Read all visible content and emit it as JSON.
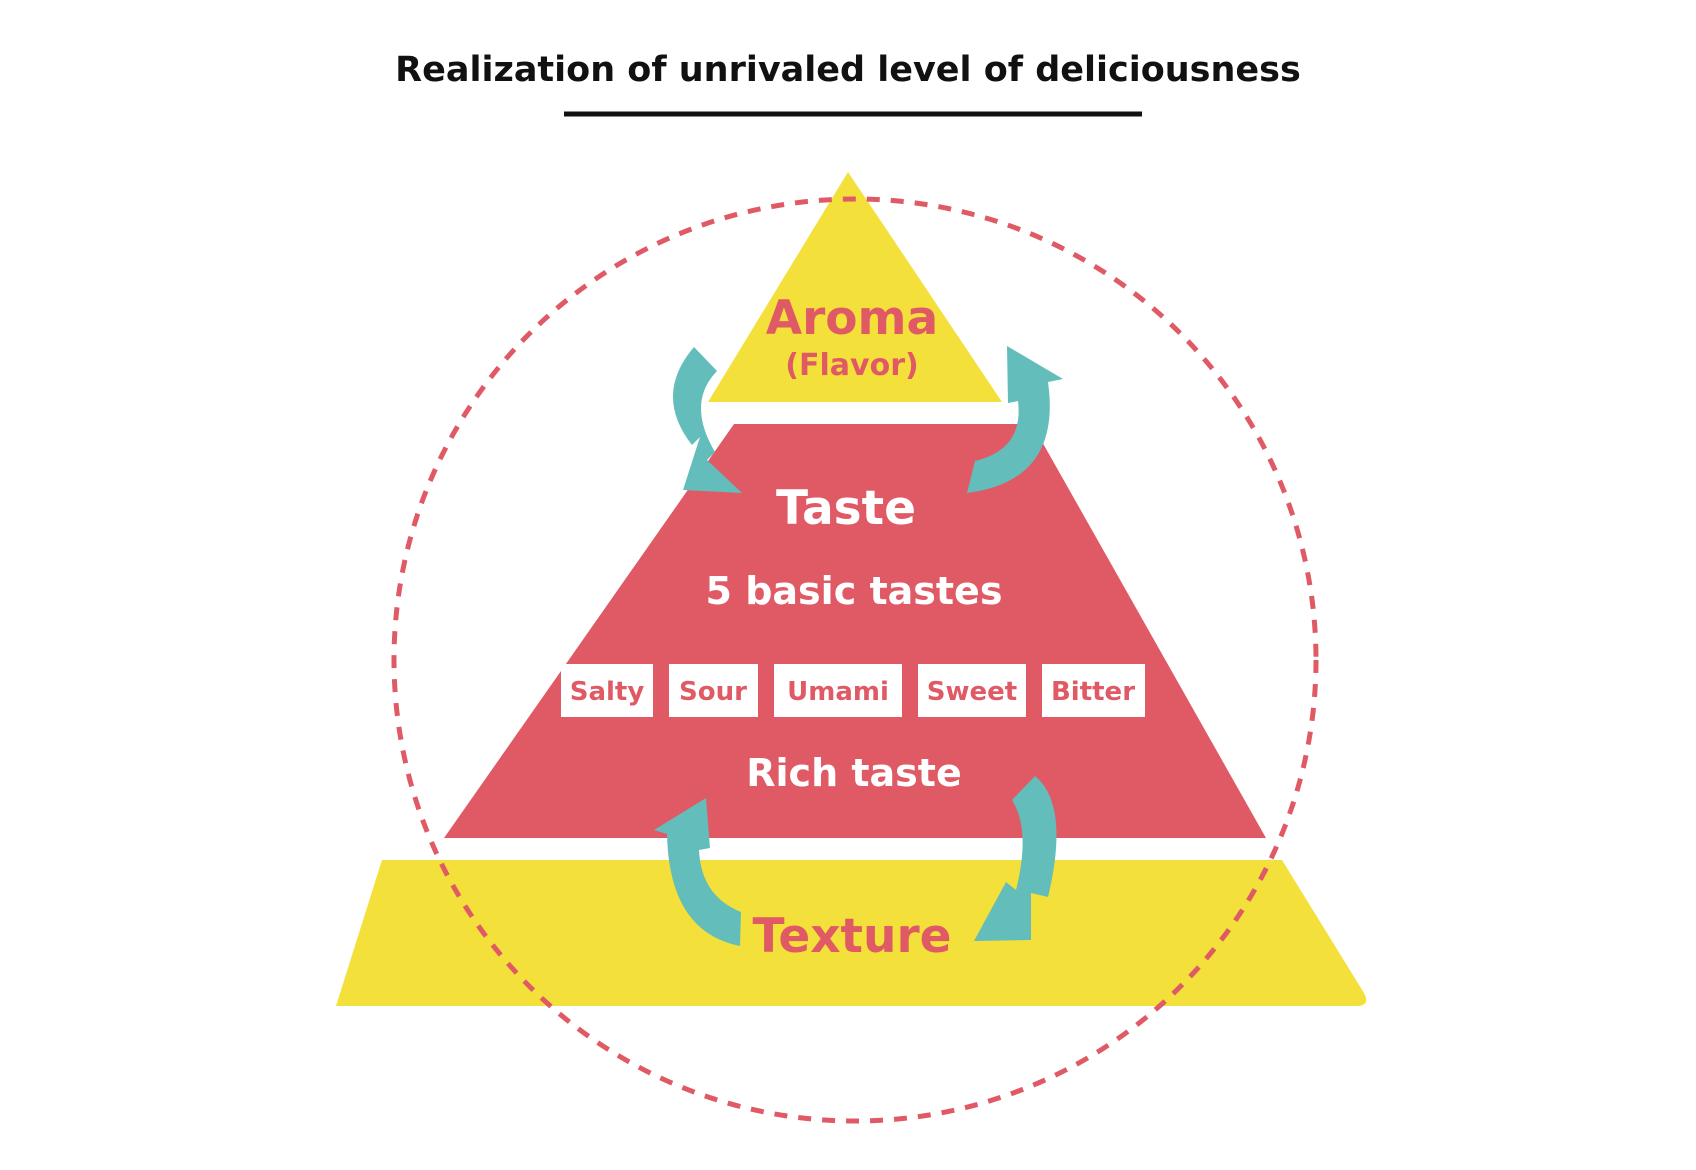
{
  "title": "Realization of unrivaled level of deliciousness",
  "colors": {
    "yellow": "#F4E03A",
    "red": "#E05A66",
    "teal": "#62BDBB",
    "white": "#FFFFFF",
    "black": "#111111"
  },
  "tiers": {
    "aroma": {
      "label": "Aroma",
      "sublabel": "(Flavor)"
    },
    "taste": {
      "label": "Taste",
      "subtitle": "5 basic tastes",
      "basic_tastes": [
        "Salty",
        "Sour",
        "Umami",
        "Sweet",
        "Bitter"
      ],
      "footer": "Rich taste"
    },
    "texture": {
      "label": "Texture"
    }
  },
  "icons": {
    "arrows": [
      "curved-arrow-icon",
      "curved-arrow-icon",
      "curved-arrow-icon",
      "curved-arrow-icon"
    ],
    "circle": "dashed-circle"
  }
}
